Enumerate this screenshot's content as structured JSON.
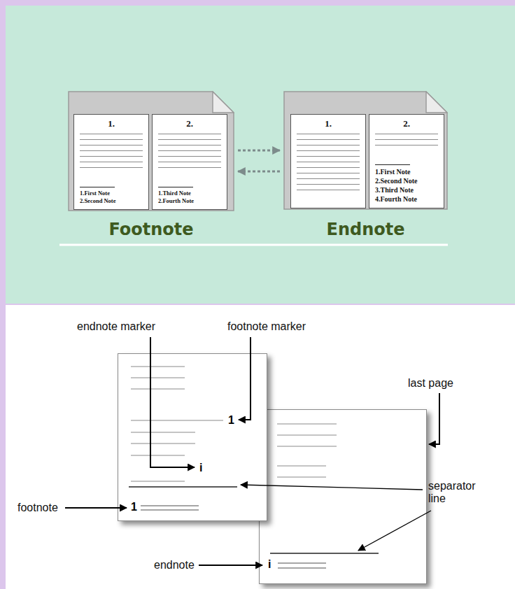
{
  "diagram": {
    "nodes": [
      {
        "text": [
          "Footnote"
        ]
      },
      {
        "text": [
          "1.",
          "1.First Note",
          "2.Second Note"
        ],
        "in": 0
      },
      {
        "text": [
          "2.",
          "1.Third Note",
          "2.Fourth Note"
        ],
        "in": 0
      },
      {
        "text": [
          "Endnote"
        ]
      },
      {
        "text": [
          "1."
        ],
        "in": 3
      },
      {
        "text": [
          "2.",
          "1.First Note",
          "2.Second Note",
          "3.Third Note",
          "4.Fourth Note"
        ],
        "in": 3
      },
      {
        "text": [
          "1",
          "i",
          "1"
        ]
      },
      {
        "text": [
          "i"
        ]
      }
    ],
    "edges": [
      {
        "from": 0,
        "to": 3,
        "arrow": "to"
      },
      {
        "from": 3,
        "to": 0,
        "arrow": "to"
      }
    ],
    "labels": [
      "endnote marker",
      "footnote marker",
      "last page",
      "separator line",
      "footnote",
      "endnote"
    ]
  }
}
